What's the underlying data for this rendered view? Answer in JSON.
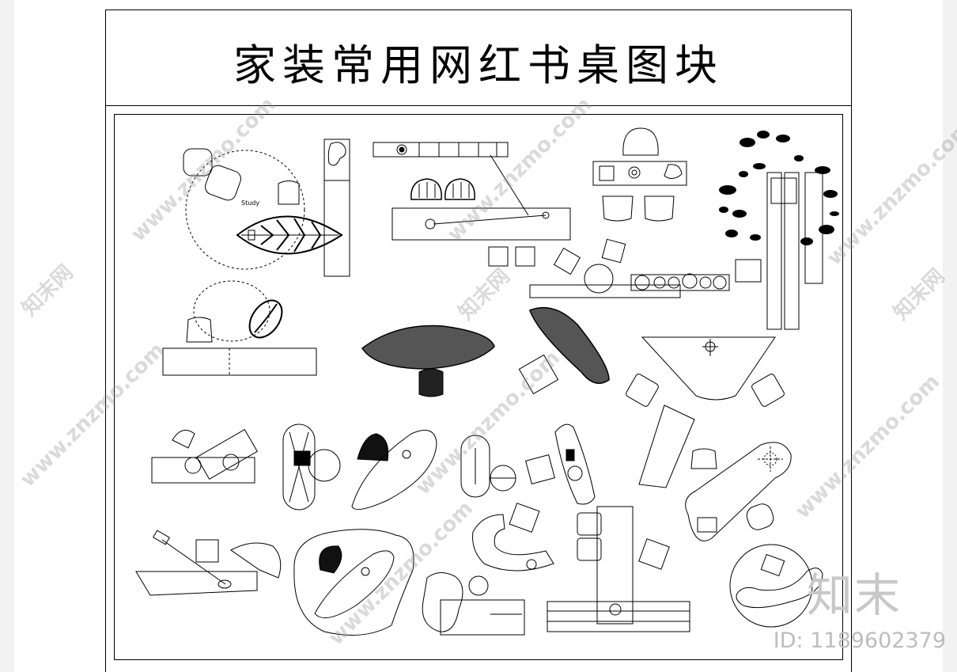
{
  "title": "家装常用网红书桌图块",
  "study_label": "Study",
  "watermark": {
    "text": "www.znzmo.com",
    "brand_cn": "知末网"
  },
  "brand_logo": "知末",
  "image_id": "ID: 1189602379",
  "colors": {
    "line": "#000000",
    "sheet": "#ffffff",
    "background": "#f2f2f2"
  }
}
